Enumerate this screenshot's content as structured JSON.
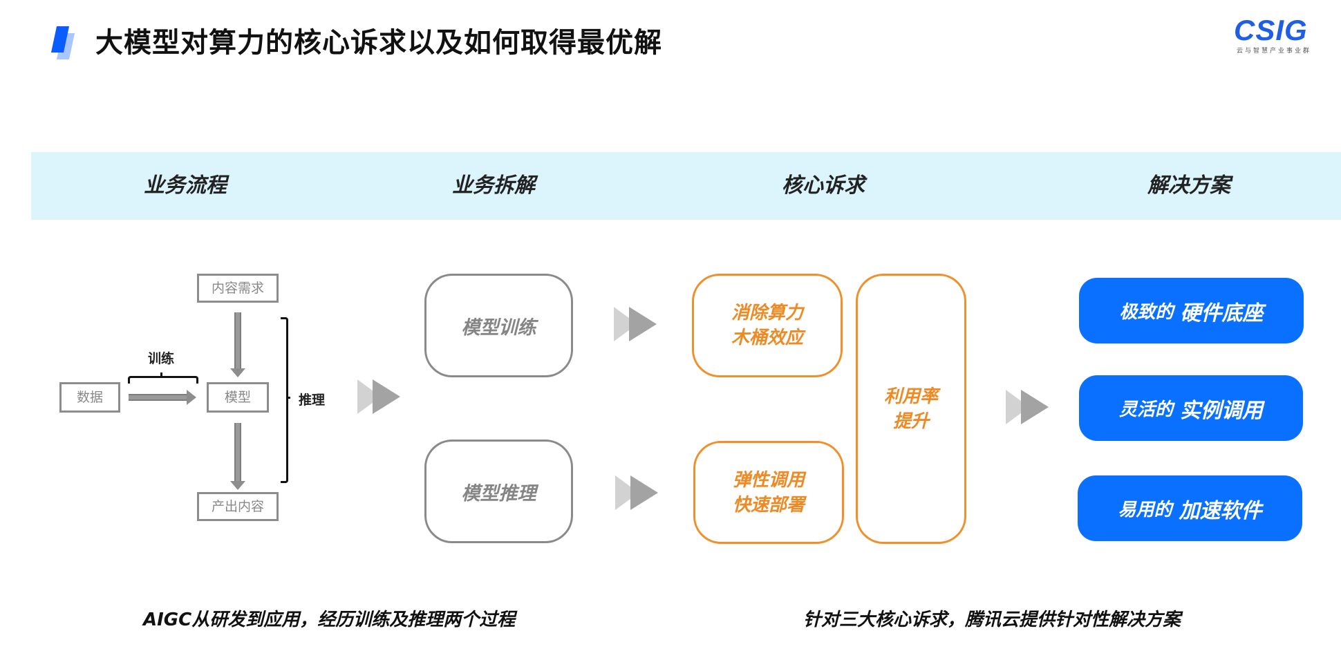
{
  "title": {
    "text": "大模型对算力的核心诉求以及如何取得最优解",
    "accent_color": "#0a5cff"
  },
  "logo": {
    "word": "CSIG",
    "subtitle": "云与智慧产业事业群",
    "color": "#1f5fe6"
  },
  "header_band": {
    "color": "#dcf5fd",
    "columns": [
      "业务流程",
      "业务拆解",
      "核心诉求",
      "解决方案"
    ]
  },
  "flow": {
    "data_box": "数据",
    "demand_box": "内容需求",
    "model_box": "模型",
    "output_box": "产出内容",
    "train_label": "训练",
    "infer_label": "推理"
  },
  "breakdown": {
    "items": [
      "模型训练",
      "模型推理"
    ]
  },
  "demands": {
    "color": "#ee8a24",
    "items": [
      {
        "line1": "消除算力",
        "line2": "木桶效应"
      },
      {
        "line1": "弹性调用",
        "line2": "快速部署"
      }
    ],
    "combined": {
      "line1": "利用率",
      "line2": "提升"
    }
  },
  "solutions": {
    "color": "#0a70ff",
    "items": [
      {
        "prefix": "极致的",
        "main": "硬件底座"
      },
      {
        "prefix": "灵活的",
        "main": "实例调用"
      },
      {
        "prefix": "易用的",
        "main": "加速软件"
      }
    ]
  },
  "captions": {
    "left": "AIGC从研发到应用，经历训练及推理两个过程",
    "right": "针对三大核心诉求，腾讯云提供针对性解决方案"
  },
  "icons": {
    "arrow": "double-triangle-right-icon",
    "flow_arrow": "block-arrow-icon",
    "bracket": "curly-bracket-icon"
  }
}
